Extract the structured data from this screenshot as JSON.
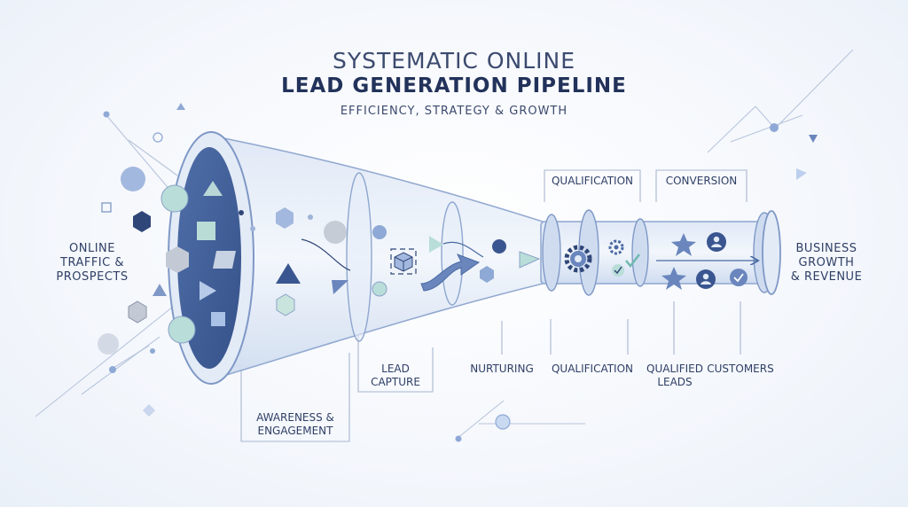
{
  "title": {
    "line1": "SYSTEMATIC ONLINE",
    "line2": "LEAD GENERATION PIPELINE",
    "line3": "EFFICIENCY, STRATEGY & GROWTH"
  },
  "labels": {
    "input": [
      "ONLINE",
      "TRAFFIC &",
      "PROSPECTS"
    ],
    "output": [
      "BUSINESS",
      "GROWTH",
      "& REVENUE"
    ],
    "awareness": [
      "AWARENESS &",
      "ENGAGEMENT"
    ],
    "lead_capture": [
      "LEAD",
      "CAPTURE"
    ],
    "nurturing": "NURTURING",
    "qualification_bottom": "QUALIFICATION",
    "qualified_leads": [
      "QUALIFIED",
      "LEADS"
    ],
    "customers": "CUSTOMERS",
    "qualification_top": "QUALIFICATION",
    "conversion_top": "CONVERSION"
  },
  "colors": {
    "navy": "#22325a",
    "blue": "#8fa9d6",
    "dark_blue": "#4a6aa3",
    "teal": "#b9ddd8",
    "gray": "#c6ccd6",
    "line": "#a9b7cf"
  },
  "icons": [
    "triangle-icon",
    "hexagon-icon",
    "circle-icon",
    "square-icon",
    "cube-icon",
    "gear-icon",
    "check-icon",
    "star-icon",
    "user-icon",
    "arrow-icon"
  ]
}
